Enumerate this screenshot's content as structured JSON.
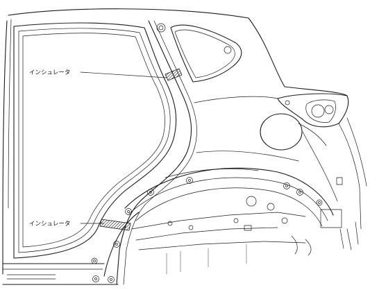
{
  "callouts": [
    {
      "id": "upper",
      "text": "インシュレータ"
    },
    {
      "id": "lower",
      "text": "インシュレータ"
    }
  ],
  "colors": {
    "line": "#1a1a1a",
    "background": "#ffffff",
    "insulator_hatch": "#1a1a1a"
  }
}
